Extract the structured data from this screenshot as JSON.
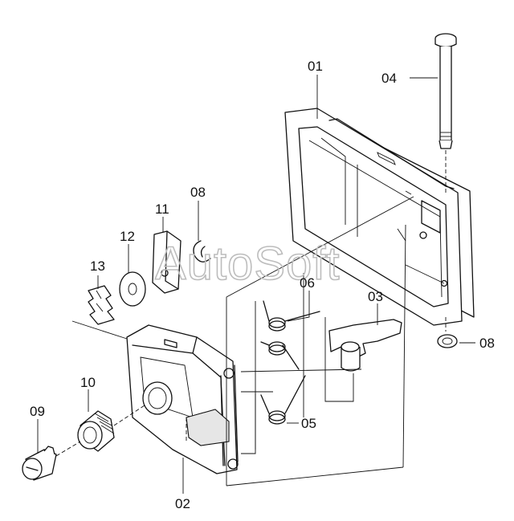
{
  "watermark": "AutoSoft",
  "part_labels": {
    "p01": "01",
    "p02": "02",
    "p03": "03",
    "p04": "04",
    "p05": "05",
    "p06": "06",
    "p08a": "08",
    "p08b": "08",
    "p09": "09",
    "p10": "10",
    "p11": "11",
    "p12": "12",
    "p13": "13"
  }
}
